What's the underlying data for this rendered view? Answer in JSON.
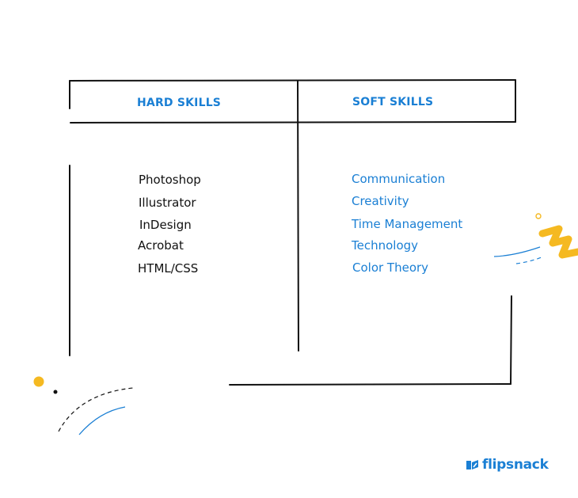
{
  "table": {
    "hard_heading": "HARD SKILLS",
    "soft_heading": "SOFT SKILLS",
    "hard_skills": [
      "Photoshop",
      "Illustrator",
      "InDesign",
      "Acrobat",
      "HTML/CSS"
    ],
    "soft_skills": [
      "Communication",
      "Creativity",
      "Time Management",
      "Technology",
      "Color Theory"
    ]
  },
  "brand": {
    "name": "flipsnack",
    "logo_icon": "flipsnack-logo-icon"
  },
  "colors": {
    "accent_blue": "#1a7fd4",
    "accent_yellow": "#f5b921",
    "line": "#111111"
  }
}
